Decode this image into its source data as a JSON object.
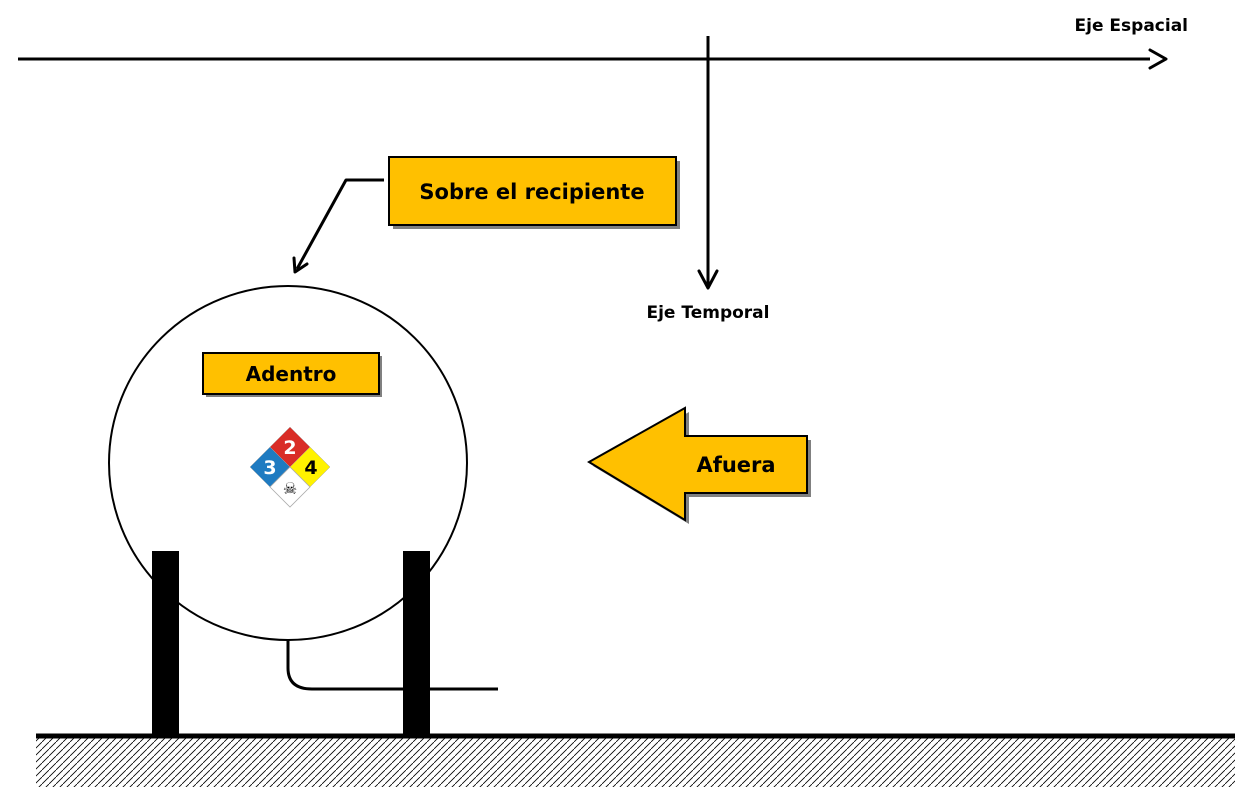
{
  "axes": {
    "spatial_label": "Eje Espacial",
    "temporal_label": "Eje Temporal"
  },
  "labels": {
    "on_container": "Sobre el recipiente",
    "inside": "Adentro",
    "outside": "Afuera"
  },
  "nfpa_diamond": {
    "health": "3",
    "flammability": "2",
    "instability": "4",
    "special": "☠"
  },
  "colors": {
    "label_fill": "#FFC000",
    "health_blue": "#1F7BC1",
    "flammability_red": "#D92D27",
    "instability_yellow": "#FFF200",
    "line": "#000000"
  }
}
